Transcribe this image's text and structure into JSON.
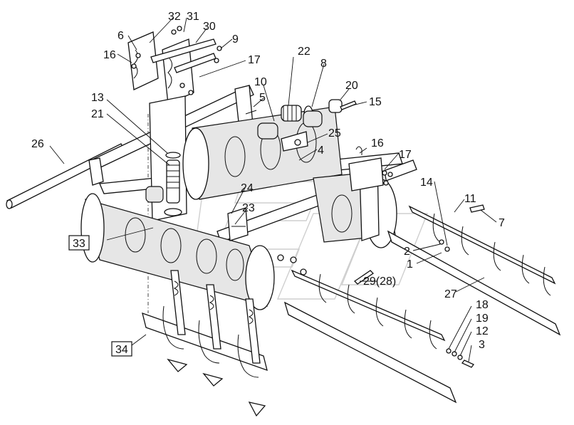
{
  "labels": {
    "l32": "32",
    "l31": "31",
    "l30": "30",
    "l6": "6",
    "l9": "9",
    "l16a": "16",
    "l17a": "17",
    "l22": "22",
    "l8": "8",
    "l10": "10",
    "l5": "5",
    "l20": "20",
    "l15": "15",
    "l13": "13",
    "l21": "21",
    "l26": "26",
    "l25": "25",
    "l4": "4",
    "l16b": "16",
    "l17b": "17",
    "l14": "14",
    "l11": "11",
    "l7": "7",
    "l24": "24",
    "l23": "23",
    "l33": "33",
    "l2": "2",
    "l1": "1",
    "l29": "29(28)",
    "l27": "27",
    "l18": "18",
    "l19": "19",
    "l12": "12",
    "l3": "3",
    "l34": "34"
  },
  "boxed_labels": [
    "33",
    "34"
  ]
}
